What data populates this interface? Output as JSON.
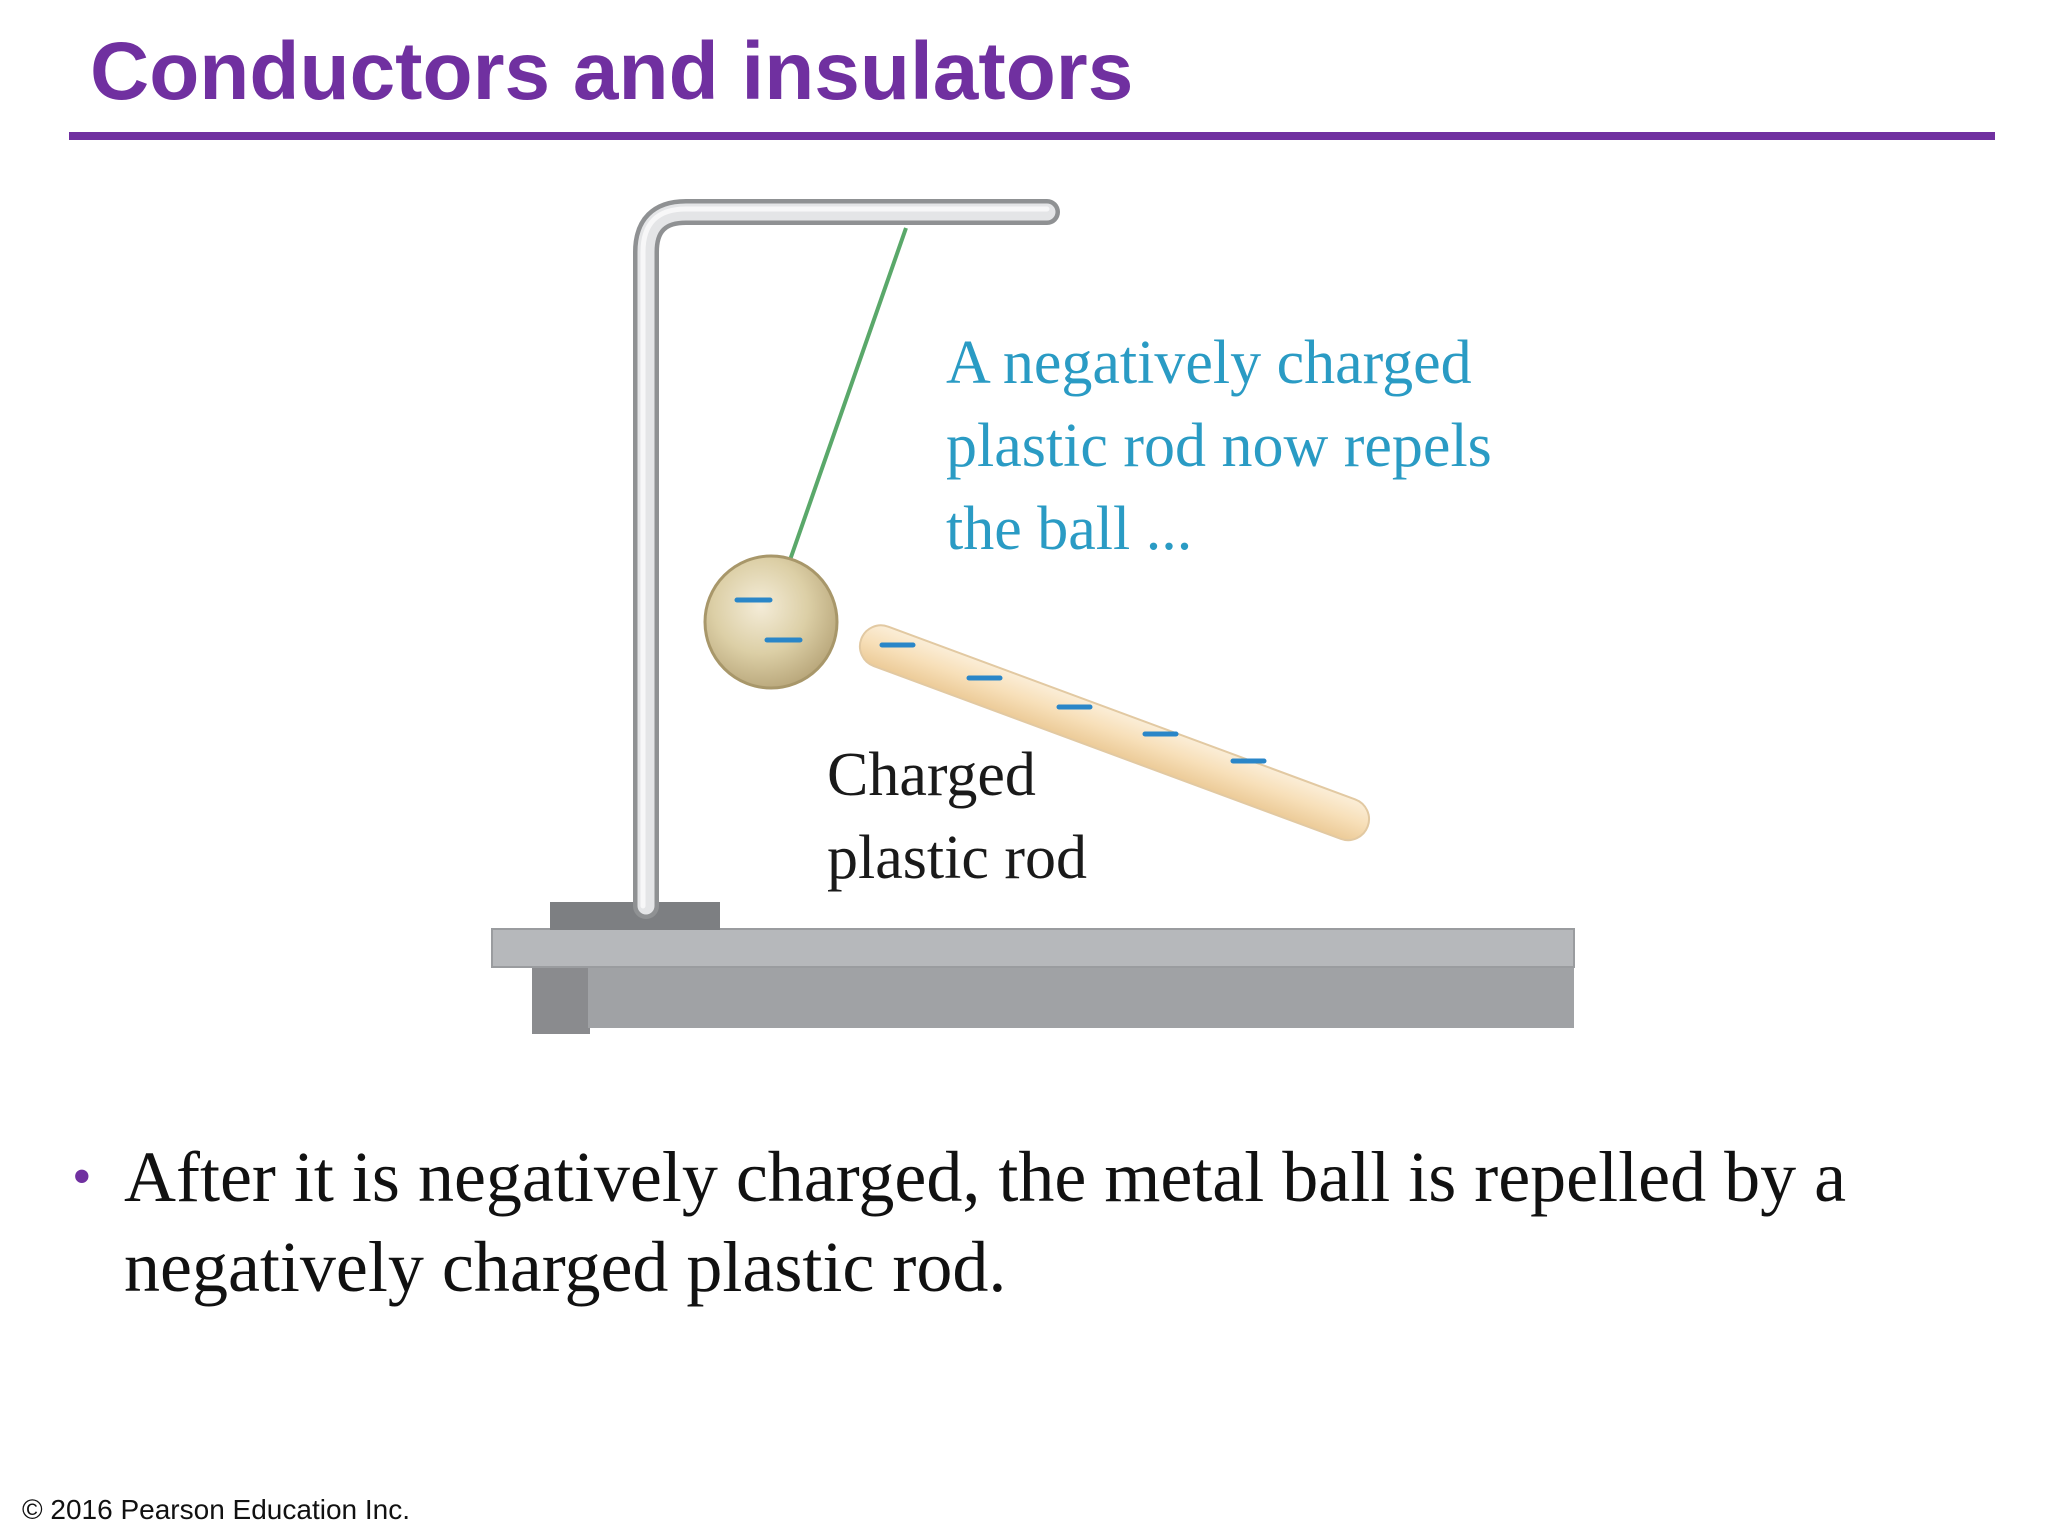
{
  "slide": {
    "title": "Conductors and insulators",
    "bullet_text": "After it is negatively charged, the metal ball is repelled by a negatively charged plastic rod.",
    "copyright": "© 2016 Pearson Education Inc."
  },
  "diagram": {
    "caption_blue_lines": [
      "A negatively charged",
      "plastic rod now repels",
      "the ball ..."
    ],
    "rod_label_lines": [
      "Charged",
      "plastic rod"
    ],
    "ball_charge_symbols": [
      "–",
      "–"
    ],
    "rod_charge_symbols": [
      "–",
      "–",
      "–",
      "–",
      "–"
    ]
  },
  "colors": {
    "title": "#7030a0",
    "caption": "#2a9bc4",
    "charge": "#2a86c8",
    "thread": "#5aa86a",
    "stand": "#b8b9bb",
    "table_top": "#b6b8bb",
    "table_body": "#a0a2a5"
  }
}
